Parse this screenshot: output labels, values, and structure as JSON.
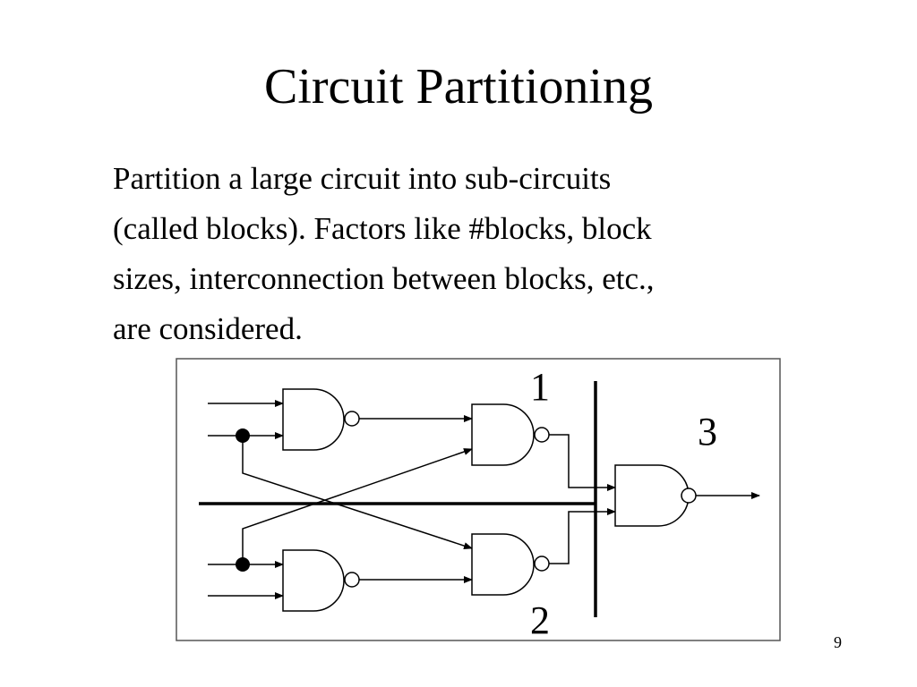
{
  "slide": {
    "title": "Circuit Partitioning",
    "body_lines": [
      "Partition a large circuit into sub-circuits",
      "(called blocks). Factors like #blocks, block",
      "sizes, interconnection between blocks, etc.,",
      "are considered."
    ],
    "page_number": "9"
  },
  "diagram": {
    "block_labels": [
      "1",
      "2",
      "3"
    ],
    "gates": [
      {
        "type": "NAND"
      },
      {
        "type": "NAND"
      },
      {
        "type": "NAND"
      },
      {
        "type": "NAND"
      },
      {
        "type": "NAND"
      }
    ]
  }
}
